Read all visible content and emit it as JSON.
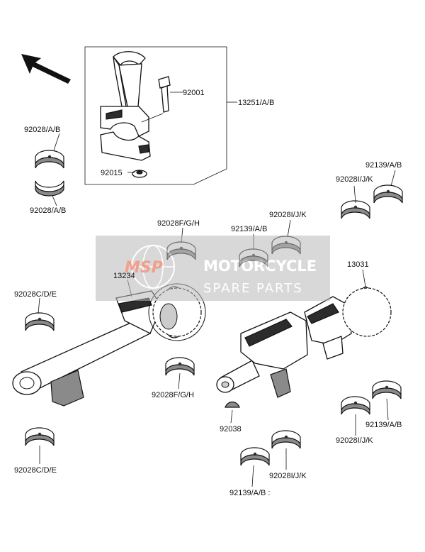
{
  "labels": {
    "conrod_bolt": "92001",
    "conrod_assy": "13251/A/B",
    "bearing_upper_left": "92028/A/B",
    "bearing_lower_left": "92028/A/B",
    "conrod_nut": "92015",
    "bearing_right_top": "92139/A/B",
    "bearing_right_second": "92028I/J/K",
    "bearing_mid_top_right": "92028I/J/K",
    "bearing_mid_top": "92139/A/B",
    "bearing_balancer_top": "92028F/G/H",
    "balancer_weight": "13234",
    "crankshaft": "13031",
    "bearing_far_left": "92028C/D/E",
    "bearing_balancer_bottom": "92028F/G/H",
    "key": "92038",
    "bearing_far_left_bottom": "92028C/D/E",
    "bearing_bottom_right_upper": "92139/A/B",
    "bearing_bottom_right_lower": "92028I/J/K",
    "bearing_bottom_mid": "92028I/J/K",
    "bearing_bottom_left": "92139/A/B :"
  },
  "watermark": {
    "logo": "MSP",
    "title": "MOTORCYCLE",
    "subtitle": "SPARE PARTS"
  }
}
